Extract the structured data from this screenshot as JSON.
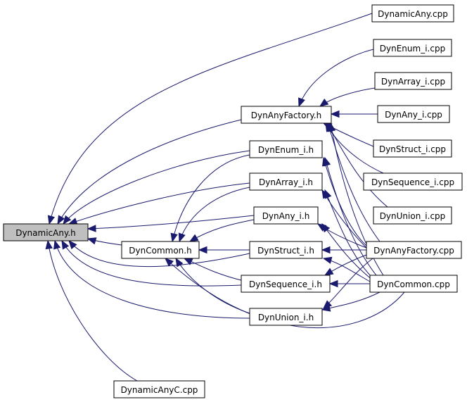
{
  "colors": {
    "edge": "#1a1a6e",
    "root_fill": "#bfbfbf",
    "node_fill": "#ffffff",
    "node_border": "#000000"
  },
  "nodes": {
    "dynamicany_h": "DynamicAny.h",
    "dyncommon_h": "DynCommon.h",
    "dynanyfactory_h": "DynAnyFactory.h",
    "dynenum_i_h": "DynEnum_i.h",
    "dynarray_i_h": "DynArray_i.h",
    "dynany_i_h": "DynAny_i.h",
    "dynstruct_i_h": "DynStruct_i.h",
    "dynsequence_i_h": "DynSequence_i.h",
    "dynunion_i_h": "DynUnion_i.h",
    "dynamicanyc_cpp": "DynamicAnyC.cpp",
    "dynamicany_cpp": "DynamicAny.cpp",
    "dynenum_i_cpp": "DynEnum_i.cpp",
    "dynarray_i_cpp": "DynArray_i.cpp",
    "dynany_i_cpp": "DynAny_i.cpp",
    "dynstruct_i_cpp": "DynStruct_i.cpp",
    "dynsequence_i_cpp": "DynSequence_i.cpp",
    "dynunion_i_cpp": "DynUnion_i.cpp",
    "dynanyfactory_cpp": "DynAnyFactory.cpp",
    "dyncommon_cpp": "DynCommon.cpp"
  },
  "edges": [
    [
      "dynamicany_cpp",
      "dynamicany_h"
    ],
    [
      "dynanyfactory_h",
      "dynamicany_h"
    ],
    [
      "dynenum_i_h",
      "dynamicany_h"
    ],
    [
      "dynarray_i_h",
      "dynamicany_h"
    ],
    [
      "dynany_i_h",
      "dynamicany_h"
    ],
    [
      "dyncommon_h",
      "dynamicany_h"
    ],
    [
      "dynstruct_i_h",
      "dynamicany_h"
    ],
    [
      "dynsequence_i_h",
      "dynamicany_h"
    ],
    [
      "dynunion_i_h",
      "dynamicany_h"
    ],
    [
      "dynamicanyc_cpp",
      "dynamicany_h"
    ],
    [
      "dynenum_i_h",
      "dyncommon_h"
    ],
    [
      "dynarray_i_h",
      "dyncommon_h"
    ],
    [
      "dynany_i_h",
      "dyncommon_h"
    ],
    [
      "dynstruct_i_h",
      "dyncommon_h"
    ],
    [
      "dynsequence_i_h",
      "dyncommon_h"
    ],
    [
      "dynunion_i_h",
      "dyncommon_h"
    ],
    [
      "dyncommon_cpp",
      "dyncommon_h"
    ],
    [
      "dynenum_i_cpp",
      "dynanyfactory_h"
    ],
    [
      "dynarray_i_cpp",
      "dynanyfactory_h"
    ],
    [
      "dynany_i_cpp",
      "dynanyfactory_h"
    ],
    [
      "dynstruct_i_cpp",
      "dynanyfactory_h"
    ],
    [
      "dynsequence_i_cpp",
      "dynanyfactory_h"
    ],
    [
      "dynunion_i_cpp",
      "dynanyfactory_h"
    ],
    [
      "dynanyfactory_cpp",
      "dynanyfactory_h"
    ],
    [
      "dyncommon_cpp",
      "dynanyfactory_h"
    ],
    [
      "dynanyfactory_cpp",
      "dynenum_i_h"
    ],
    [
      "dyncommon_cpp",
      "dynenum_i_h"
    ],
    [
      "dynanyfactory_cpp",
      "dynarray_i_h"
    ],
    [
      "dyncommon_cpp",
      "dynarray_i_h"
    ],
    [
      "dynanyfactory_cpp",
      "dynany_i_h"
    ],
    [
      "dyncommon_cpp",
      "dynany_i_h"
    ],
    [
      "dynanyfactory_cpp",
      "dynstruct_i_h"
    ],
    [
      "dyncommon_cpp",
      "dynstruct_i_h"
    ],
    [
      "dynanyfactory_cpp",
      "dynsequence_i_h"
    ],
    [
      "dyncommon_cpp",
      "dynsequence_i_h"
    ],
    [
      "dynanyfactory_cpp",
      "dynunion_i_h"
    ],
    [
      "dyncommon_cpp",
      "dynunion_i_h"
    ]
  ]
}
